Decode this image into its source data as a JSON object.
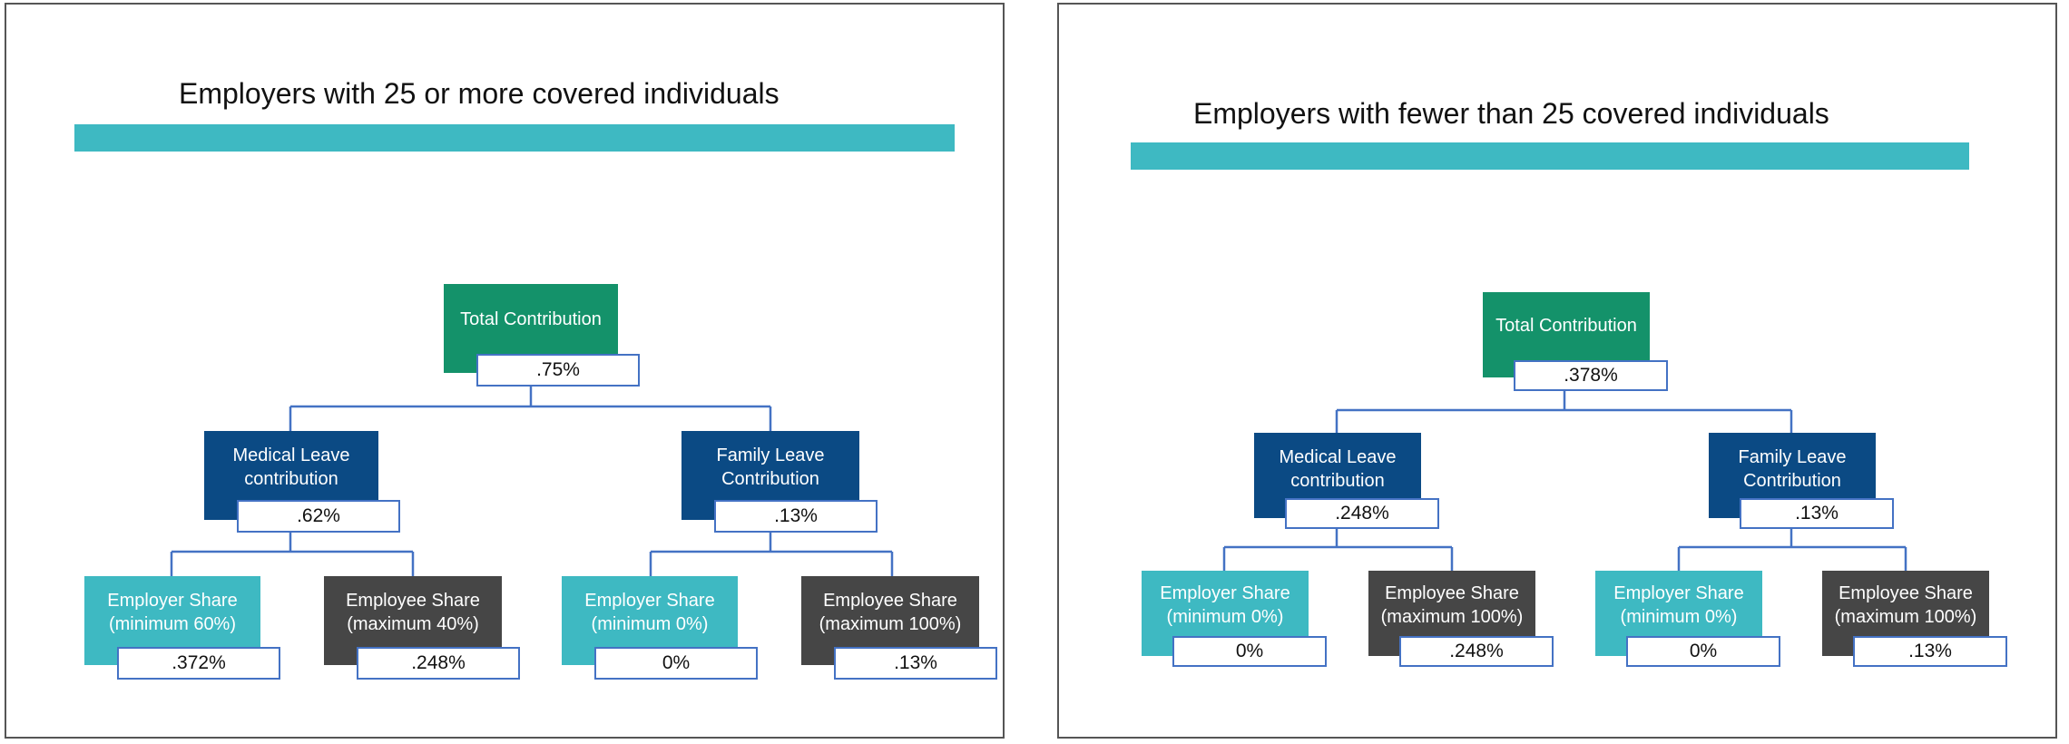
{
  "colors": {
    "green": "#14926a",
    "navy": "#0b4a84",
    "teal": "#3eb9c2",
    "dark": "#464646",
    "border": "#4472c4"
  },
  "panels": [
    {
      "title": "Employers with 25 or more covered individuals",
      "total": {
        "label": "Total Contribution",
        "value": ".75%"
      },
      "medical": {
        "label": "Medical Leave contribution",
        "value": ".62%"
      },
      "family": {
        "label": "Family Leave Contribution",
        "value": ".13%"
      },
      "medical_employer": {
        "label": "Employer Share (minimum 60%)",
        "value": ".372%"
      },
      "medical_employee": {
        "label": "Employee Share (maximum 40%)",
        "value": ".248%"
      },
      "family_employer": {
        "label": "Employer Share (minimum 0%)",
        "value": "0%"
      },
      "family_employee": {
        "label": "Employee Share (maximum 100%)",
        "value": ".13%"
      }
    },
    {
      "title": "Employers with fewer than 25 covered individuals",
      "total": {
        "label": "Total Contribution",
        "value": ".378%"
      },
      "medical": {
        "label": "Medical Leave contribution",
        "value": ".248%"
      },
      "family": {
        "label": "Family Leave Contribution",
        "value": ".13%"
      },
      "medical_employer": {
        "label": "Employer Share (minimum 0%)",
        "value": "0%"
      },
      "medical_employee": {
        "label": "Employee Share (maximum 100%)",
        "value": ".248%"
      },
      "family_employer": {
        "label": "Employer Share (minimum 0%)",
        "value": "0%"
      },
      "family_employee": {
        "label": "Employee Share (maximum 100%)",
        "value": ".13%"
      }
    }
  ]
}
